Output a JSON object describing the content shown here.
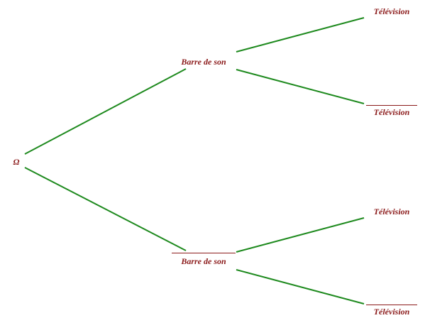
{
  "tree": {
    "root": {
      "label": "Ω"
    },
    "level1": [
      {
        "label": "Barre de son",
        "complement": false
      },
      {
        "label": "Barre de son",
        "complement": true
      }
    ],
    "level2": [
      {
        "label": "Télévision",
        "complement": false
      },
      {
        "label": "Télévision",
        "complement": true
      },
      {
        "label": "Télévision",
        "complement": false
      },
      {
        "label": "Télévision",
        "complement": true
      }
    ],
    "colors": {
      "branch": "#1e8a1e",
      "label": "#8b1a1a"
    }
  }
}
